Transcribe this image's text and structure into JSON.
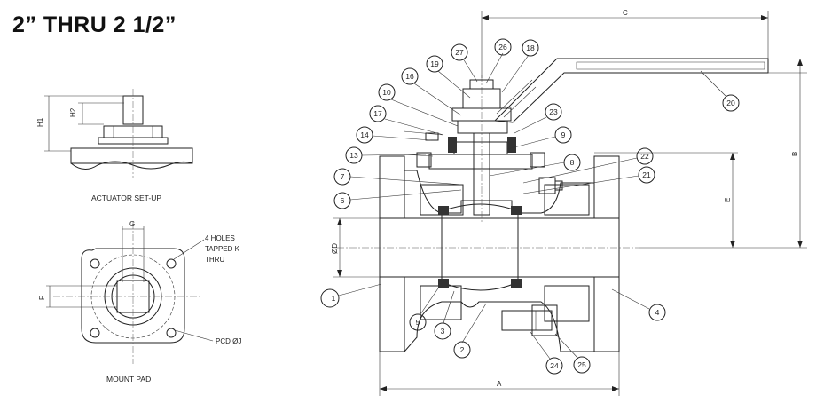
{
  "title": "2” THRU 2 1/2”",
  "captions": {
    "actuator": "ACTUATOR SET-UP",
    "mount": "MOUNT PAD"
  },
  "dimensions": {
    "h1": "H1",
    "h2": "H2",
    "g": "G",
    "f": "F",
    "a": "A",
    "b": "B",
    "c": "C",
    "d": "ØD",
    "e": "E"
  },
  "notes": {
    "holes_line1": "4 HOLES",
    "holes_line2": "TAPPED K",
    "holes_line3": "THRU",
    "pcd": "PCD ØJ"
  },
  "balloons": [
    "1",
    "2",
    "3",
    "4",
    "5",
    "6",
    "7",
    "8",
    "9",
    "10",
    "13",
    "14",
    "16",
    "17",
    "18",
    "19",
    "20",
    "21",
    "22",
    "23",
    "24",
    "25",
    "26",
    "27"
  ],
  "colors": {
    "line": "#222222",
    "hatch": "#444444",
    "background": "#ffffff"
  }
}
